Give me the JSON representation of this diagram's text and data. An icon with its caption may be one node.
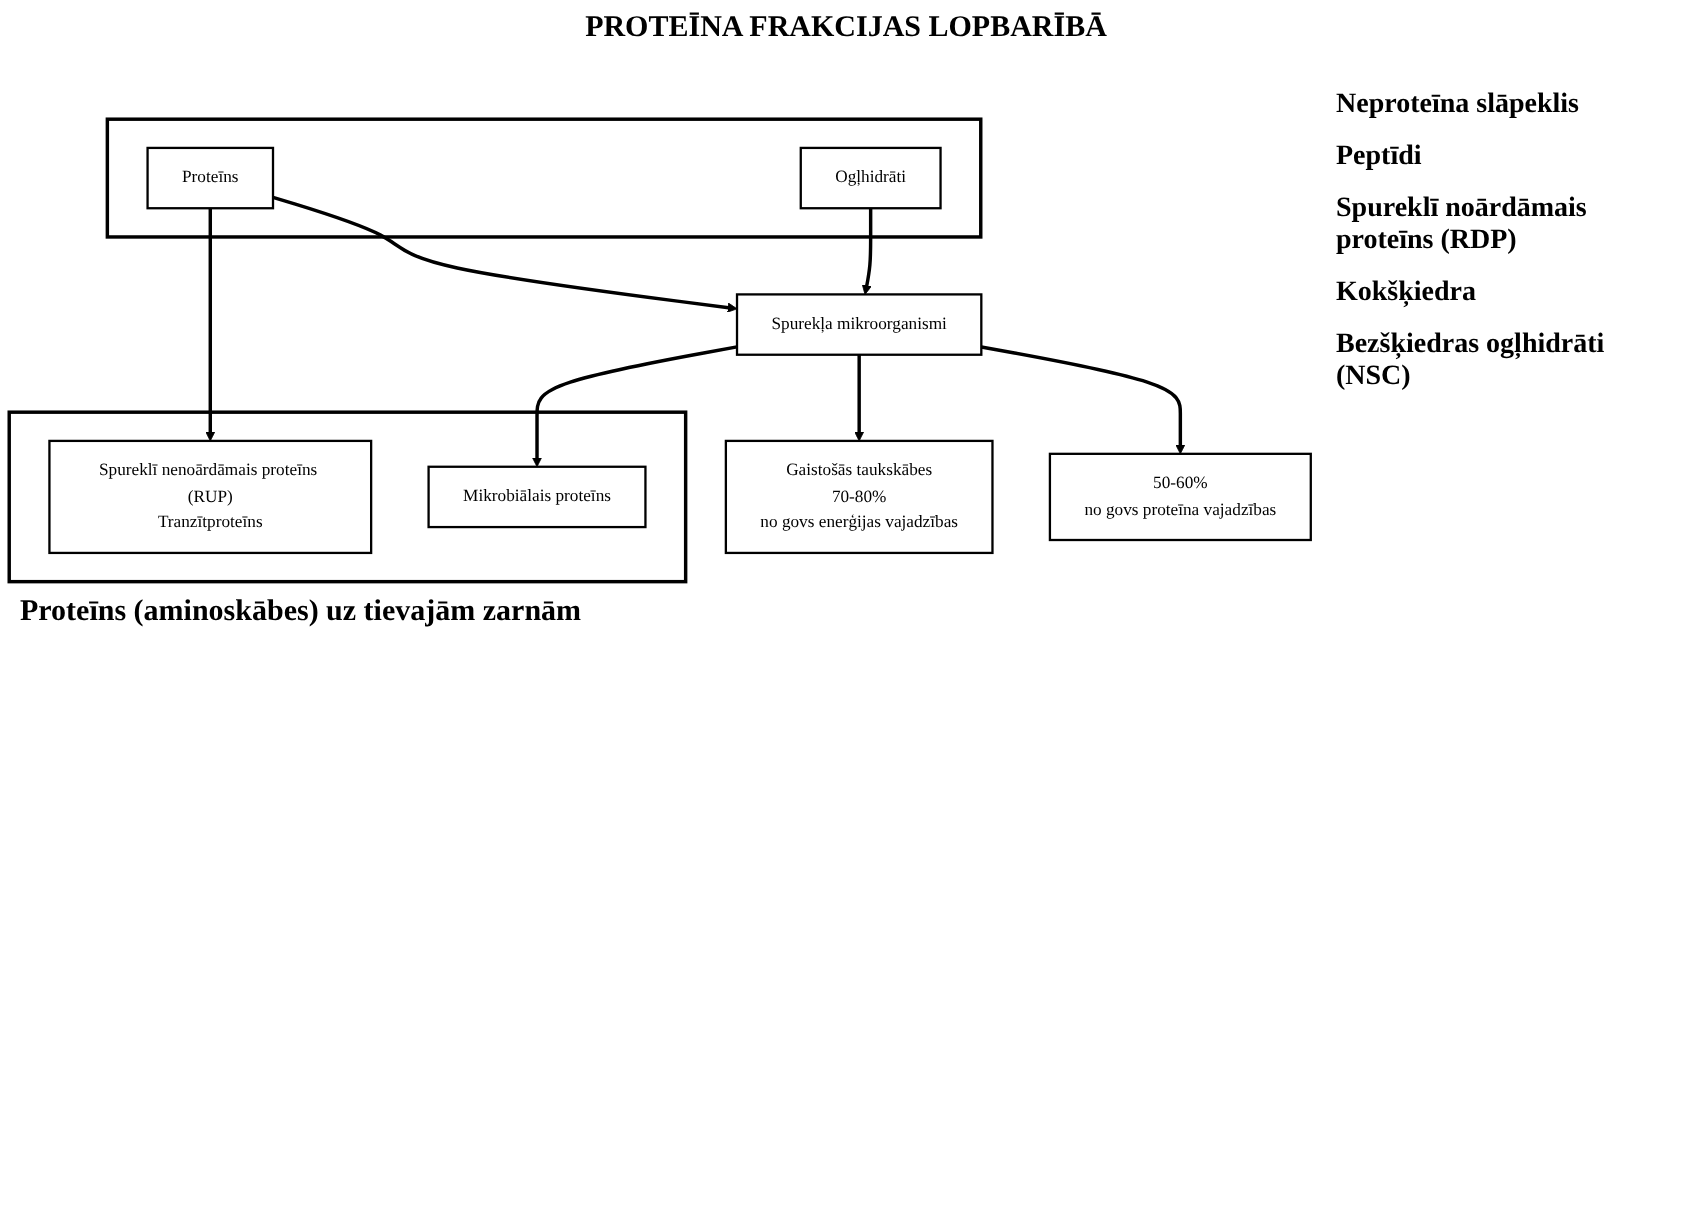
{
  "diagram": {
    "title": "PROTEĪNA FRAKCIJAS LOPBARĪBĀ",
    "nodes": [
      {
        "text": [],
        "shape": "box"
      },
      {
        "text": [
          "Proteīns"
        ],
        "in": 0
      },
      {
        "text": [
          "Ogļhidrāti"
        ],
        "in": 0
      },
      {
        "text": [
          "Spurekļa mikroorganismi"
        ]
      },
      {
        "text": [
          "Gaistošās taukskābes",
          "70-80%",
          "no govs enerģijas vajadzības"
        ]
      },
      {
        "text": [
          "50-60%",
          "no govs proteīna vajadzības"
        ]
      },
      {
        "text": [],
        "shape": "box",
        "beside": [
          "Proteīns (aminoskābes) uz tievajām zarnām"
        ]
      },
      {
        "text": [
          "Spureklī nenoārdāmais proteīns (RUP)",
          "Tranzītproteīns"
        ],
        "in": 6
      },
      {
        "text": [
          "Mikrobiālais proteīns"
        ],
        "in": 6
      }
    ],
    "edges": [
      {
        "from": 1,
        "to": 7,
        "arrow": "to"
      },
      {
        "from": 1,
        "to": 3,
        "arrow": "to"
      },
      {
        "from": 2,
        "to": 3,
        "arrow": "to"
      },
      {
        "from": 3,
        "to": 4,
        "arrow": "to"
      },
      {
        "from": 3,
        "to": 5,
        "arrow": "to"
      },
      {
        "from": 3,
        "to": 8,
        "arrow": "to"
      }
    ],
    "labels": [
      "Neproteīna slāpeklis",
      "Peptīdi",
      "Spureklī noārdāmais proteīns (RDP)",
      "Kokšķiedra",
      "Bezšķiedras ogļhidrāti (NSC)"
    ]
  }
}
